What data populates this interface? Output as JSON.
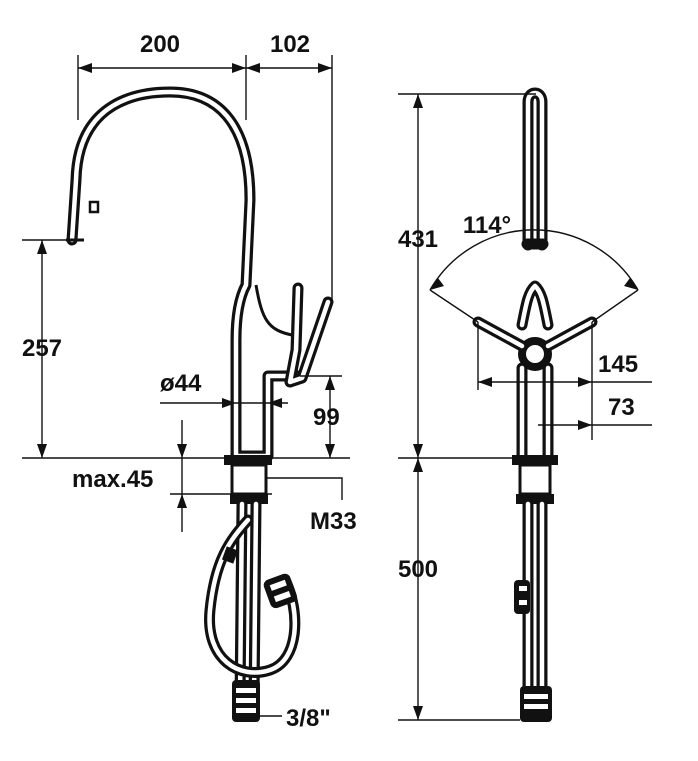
{
  "dimensions": {
    "spout_reach": "200",
    "lever_offset": "102",
    "spout_height": "257",
    "body_diameter": "ø44",
    "lever_height": "99",
    "max_deck_thickness": "max.45",
    "thread": "M33",
    "connection": "3/8\"",
    "total_height": "431",
    "swivel_angle": "114°",
    "width_wide": "145",
    "width_narrow": "73",
    "hose_length": "500"
  },
  "colors": {
    "line": "#111111",
    "background": "#ffffff"
  }
}
